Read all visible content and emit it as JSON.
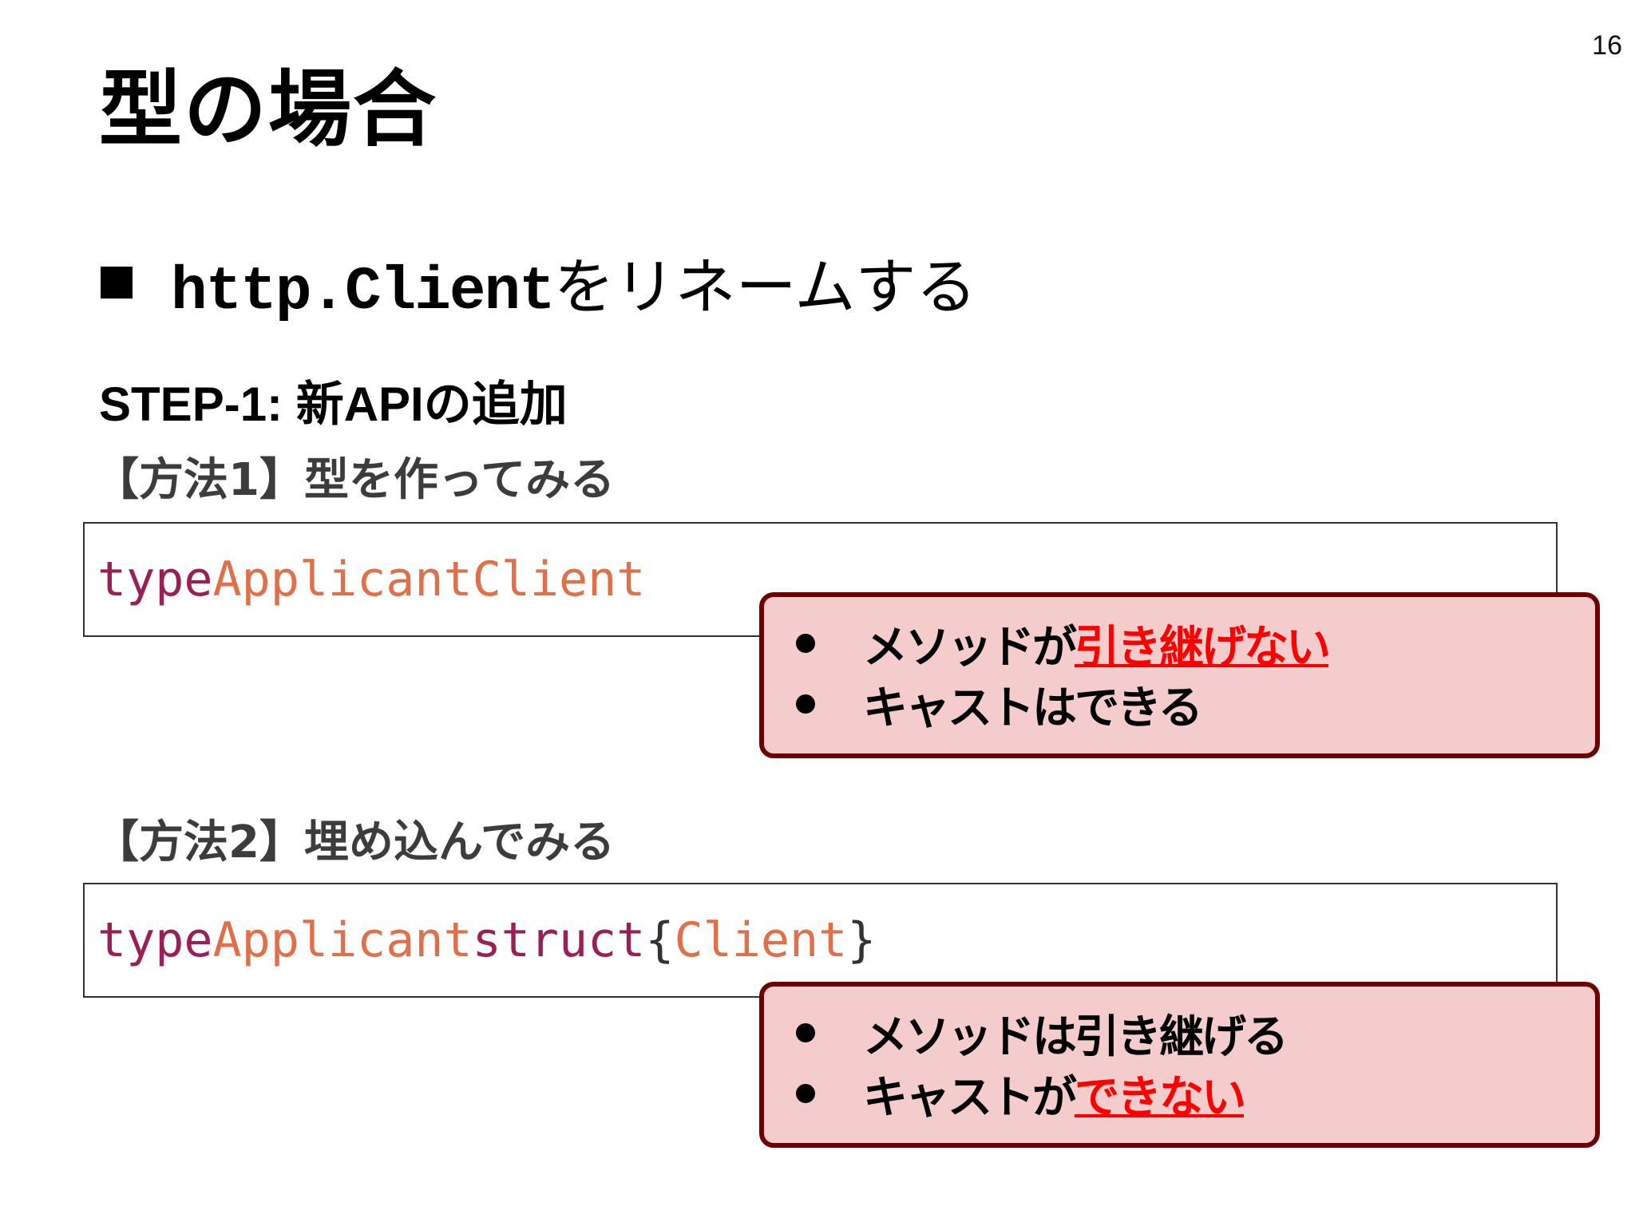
{
  "slide": {
    "page_number": "16",
    "title": "型の場合",
    "main_bullet": {
      "code": "http.Client",
      "text": "をリネームする"
    },
    "step": "STEP-1: 新APIの追加",
    "method1": {
      "heading": "【方法1】型を作ってみる",
      "code": {
        "keyword": "type",
        "name": "Applicant",
        "type_name": "Client"
      },
      "callout": {
        "item1": {
          "text": "メソッドが",
          "emphasis": "引き継げない"
        },
        "item2": {
          "text": "キャストはできる"
        }
      }
    },
    "method2": {
      "heading": "【方法2】埋め込んでみる",
      "code": {
        "keyword": "type",
        "name": "Applicant",
        "struct": "struct",
        "open": "{",
        "embedded": "Client",
        "close": "}"
      },
      "callout": {
        "item1": {
          "text": "メソッドは引き継げる"
        },
        "item2": {
          "text": "キャストが",
          "emphasis": "できない"
        }
      }
    }
  },
  "colors": {
    "keyword": "#9b1f57",
    "type": "#e07049",
    "callout_bg": "#f4cccc",
    "callout_border": "#6e0000",
    "emphasis": "#ff0000"
  }
}
